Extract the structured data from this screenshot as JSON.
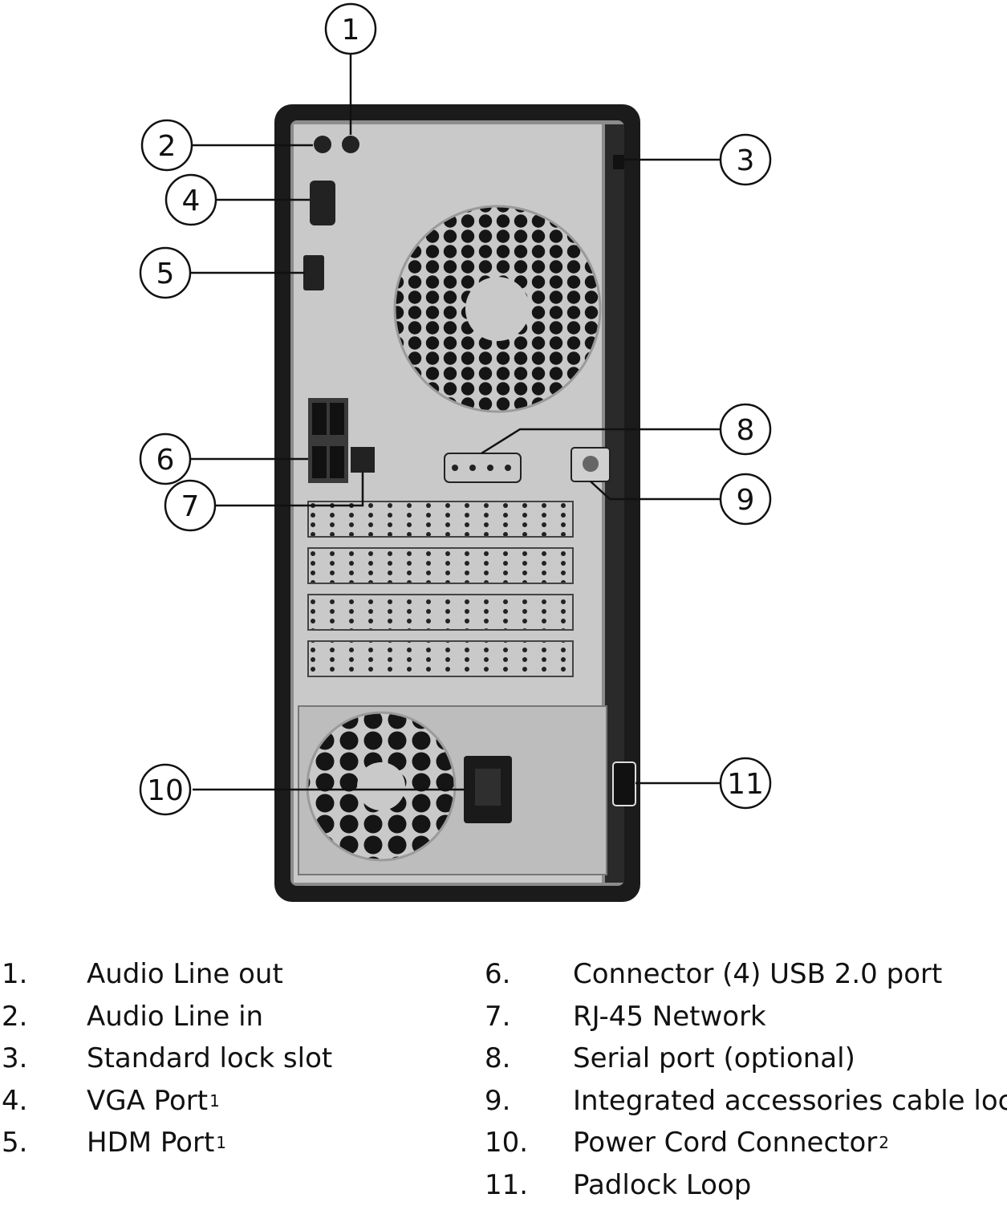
{
  "callouts": [
    {
      "id": "1",
      "label": "1"
    },
    {
      "id": "2",
      "label": "2"
    },
    {
      "id": "3",
      "label": "3"
    },
    {
      "id": "4",
      "label": "4"
    },
    {
      "id": "5",
      "label": "5"
    },
    {
      "id": "6",
      "label": "6"
    },
    {
      "id": "7",
      "label": "7"
    },
    {
      "id": "8",
      "label": "8"
    },
    {
      "id": "9",
      "label": "9"
    },
    {
      "id": "10",
      "label": "10"
    },
    {
      "id": "11",
      "label": "11"
    }
  ],
  "legend_left": [
    {
      "num": "1.",
      "text": "Audio Line out",
      "sup": ""
    },
    {
      "num": "2.",
      "text": "Audio Line in",
      "sup": ""
    },
    {
      "num": "3.",
      "text": "Standard lock slot",
      "sup": ""
    },
    {
      "num": "4.",
      "text": "VGA Port",
      "sup": "1"
    },
    {
      "num": "5.",
      "text": "HDM Port",
      "sup": "1"
    }
  ],
  "legend_right": [
    {
      "num": "6.",
      "text": "Connector (4) USB 2.0 port",
      "sup": ""
    },
    {
      "num": "7.",
      "text": "RJ-45 Network",
      "sup": ""
    },
    {
      "num": "8.",
      "text": "Serial port (optional)",
      "sup": ""
    },
    {
      "num": "9.",
      "text": "Integrated accessories cable lock",
      "sup": ""
    },
    {
      "num": "10.",
      "text": "Power Cord Connector",
      "sup": "2"
    },
    {
      "num": "11.",
      "text": "Padlock Loop",
      "sup": ""
    }
  ],
  "colors": {
    "chassis": "#1b1b1b",
    "panel": "#c9c9c9",
    "panel_dark": "#9a9a9a",
    "port": "#222222",
    "line": "#111111"
  }
}
